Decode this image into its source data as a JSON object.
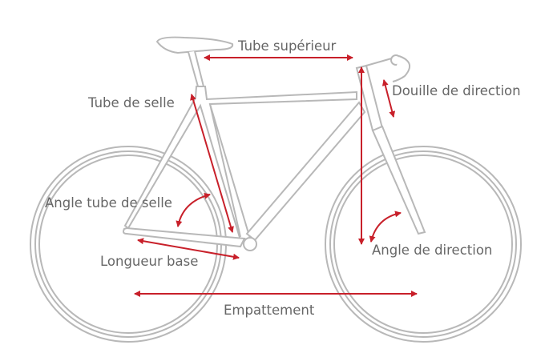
{
  "labels": {
    "top_tube": "Tube supérieur",
    "head_tube": "Douille de direction",
    "seat_tube": "Tube de selle",
    "seat_tube_angle": "Angle tube de selle",
    "head_angle": "Angle de direction",
    "chainstay": "Longueur base",
    "wheelbase": "Empattement"
  },
  "colors": {
    "frame": "#b8b8b8",
    "arrow": "#c8202a",
    "text": "#666666"
  }
}
